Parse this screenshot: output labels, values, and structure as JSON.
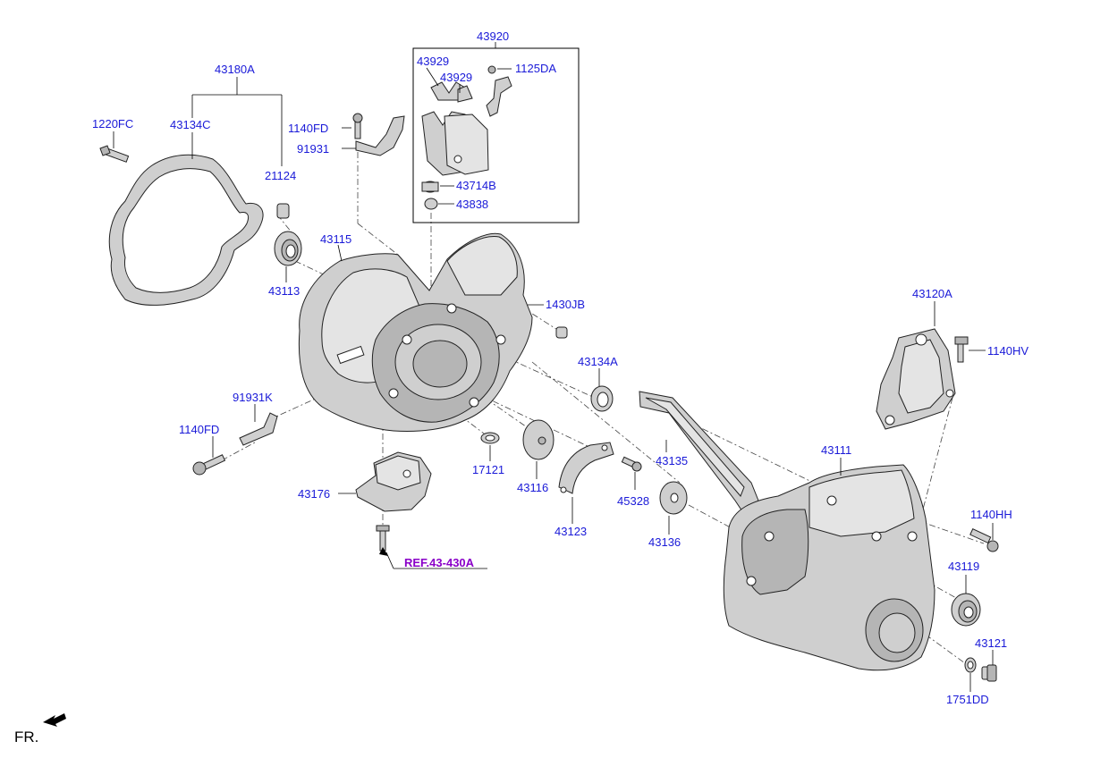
{
  "labels": {
    "l43920": "43920",
    "l43929a": "43929",
    "l43929b": "43929",
    "l1125DA": "1125DA",
    "l43714B": "43714B",
    "l43838": "43838",
    "l43180A": "43180A",
    "l1220FC": "1220FC",
    "l43134C": "43134C",
    "l21124": "21124",
    "l1140FD_top": "1140FD",
    "l91931": "91931",
    "l43115": "43115",
    "l43113": "43113",
    "l1430JB": "1430JB",
    "l43134A": "43134A",
    "l43120A": "43120A",
    "l1140HV": "1140HV",
    "l91931K": "91931K",
    "l1140FD_bot": "1140FD",
    "l17121": "17121",
    "l43116": "43116",
    "l43135": "43135",
    "l43111": "43111",
    "l43176": "43176",
    "l45328": "45328",
    "l43123": "43123",
    "l43136": "43136",
    "l1140HH": "1140HH",
    "l43119": "43119",
    "l43121": "43121",
    "l1751DD": "1751DD",
    "ref": "REF.43-430A",
    "fr": "FR."
  },
  "colors": {
    "label": "#1a1ad8",
    "reference": "#8a00c8",
    "part_fill": "#cfcfcf",
    "outline": "#222222"
  }
}
